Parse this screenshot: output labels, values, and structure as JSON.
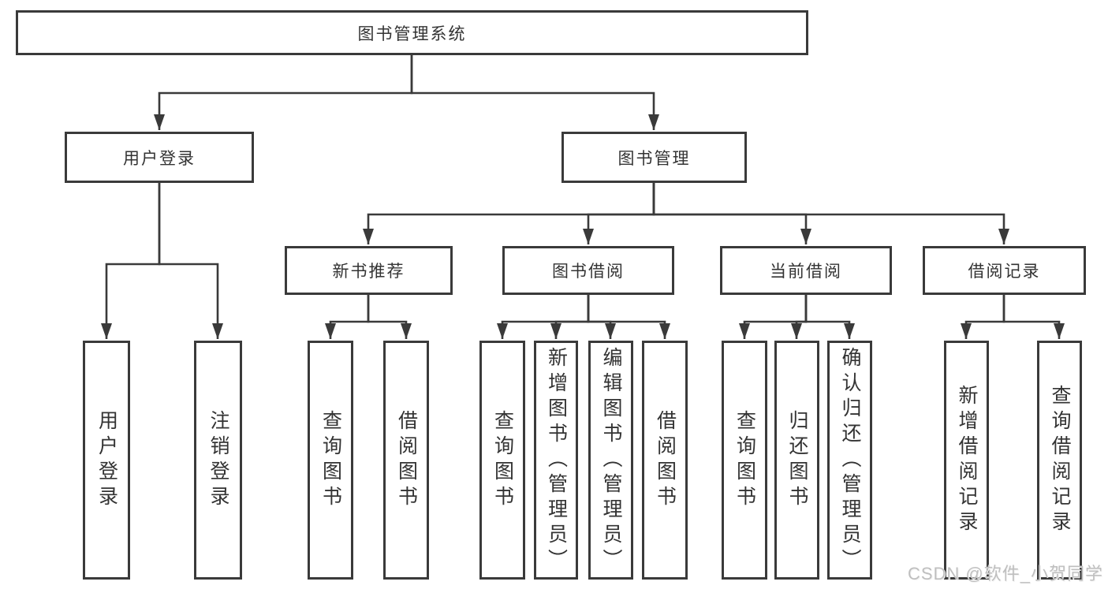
{
  "watermark": "CSDN @软件_小贺同学",
  "colors": {
    "line": "#3a3a3a",
    "box_border": "#3a3a3a",
    "text": "#333333",
    "watermark": "#bfbfbf",
    "background": "#ffffff"
  },
  "tree": {
    "label": "图书管理系统",
    "children": [
      {
        "label": "用户登录",
        "children": [
          {
            "label": "用户登录"
          },
          {
            "label": "注销登录"
          }
        ]
      },
      {
        "label": "图书管理",
        "children": [
          {
            "label": "新书推荐",
            "children": [
              {
                "label": "查询图书"
              },
              {
                "label": "借阅图书"
              }
            ]
          },
          {
            "label": "图书借阅",
            "children": [
              {
                "label": "查询图书"
              },
              {
                "label": "新增图书（管理员）"
              },
              {
                "label": "编辑图书（管理员）"
              },
              {
                "label": "借阅图书"
              }
            ]
          },
          {
            "label": "当前借阅",
            "children": [
              {
                "label": "查询图书"
              },
              {
                "label": "归还图书"
              },
              {
                "label": "确认归还（管理员）"
              }
            ]
          },
          {
            "label": "借阅记录",
            "children": [
              {
                "label": "新增借阅记录"
              },
              {
                "label": "查询借阅记录"
              }
            ]
          }
        ]
      }
    ]
  }
}
